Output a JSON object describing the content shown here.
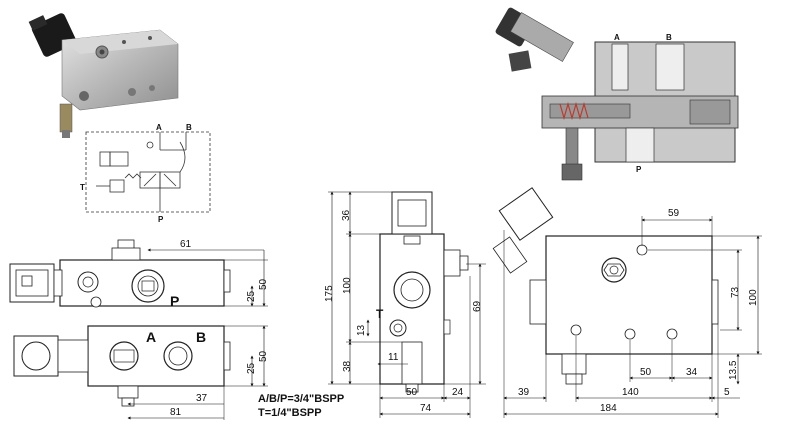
{
  "top_left_schematic": {
    "port_a": "A",
    "port_b": "B",
    "port_t": "T",
    "port_p": "P"
  },
  "section_view": {
    "port_a": "A",
    "port_b": "B",
    "port_p": "P"
  },
  "top_view": {
    "dim_width": "61",
    "dim_height_outer": "50",
    "dim_height_inner": "25",
    "port_p": "P"
  },
  "front_view": {
    "port_a": "A",
    "port_b": "B",
    "dim_height_outer": "50",
    "dim_height_inner": "25",
    "dim_37": "37",
    "dim_81": "81"
  },
  "side_view": {
    "dim_36": "36",
    "dim_175": "175",
    "dim_100": "100",
    "dim_69": "69",
    "dim_13": "13",
    "dim_38": "38",
    "dim_11": "11",
    "dim_50": "50",
    "dim_24": "24",
    "dim_74": "74",
    "port_t": "T"
  },
  "right_view": {
    "dim_59": "59",
    "dim_73": "73",
    "dim_100": "100",
    "dim_13_5": "13.5",
    "dim_50": "50",
    "dim_34": "34",
    "dim_39": "39",
    "dim_140": "140",
    "dim_5": "5",
    "dim_184": "184"
  },
  "notes": {
    "line1": "A/B/P=3/4\"BSPP",
    "line2": "T=1/4\"BSPP"
  }
}
